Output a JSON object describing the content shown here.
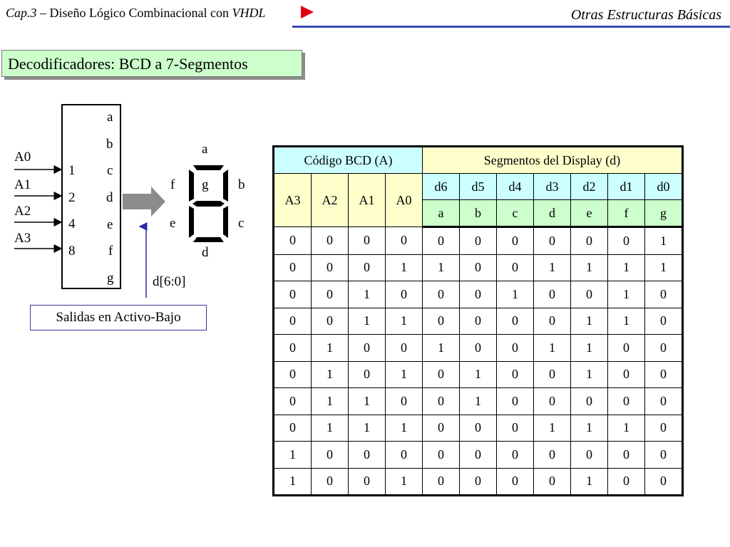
{
  "header": {
    "chapter": "Cap.3",
    "dash": " – ",
    "title_main": "Diseño Lógico Combinacional con ",
    "title_vhdl": "VHDL",
    "right_title": "Otras Estructuras Básicas"
  },
  "section_title": "Decodificadores: BCD a 7-Segmentos",
  "diagram": {
    "inputs": [
      "A0",
      "A1",
      "A2",
      "A3"
    ],
    "weights": [
      "1",
      "2",
      "4",
      "8"
    ],
    "outputs": [
      "a",
      "b",
      "c",
      "d",
      "e",
      "f",
      "g"
    ],
    "bus_label": "d[6:0]",
    "display_labels": {
      "a": "a",
      "b": "b",
      "c": "c",
      "d": "d",
      "e": "e",
      "f": "f",
      "g": "g"
    },
    "note": "Salidas en Activo-Bajo"
  },
  "table": {
    "group_bcd": "Código BCD (A)",
    "group_seg": "Segmentos del Display (d)",
    "bcd_headers": [
      "A3",
      "A2",
      "A1",
      "A0"
    ],
    "d_headers": [
      "d6",
      "d5",
      "d4",
      "d3",
      "d2",
      "d1",
      "d0"
    ],
    "seg_headers": [
      "a",
      "b",
      "c",
      "d",
      "e",
      "f",
      "g"
    ],
    "rows": [
      [
        "0",
        "0",
        "0",
        "0",
        "0",
        "0",
        "0",
        "0",
        "0",
        "0",
        "1"
      ],
      [
        "0",
        "0",
        "0",
        "1",
        "1",
        "0",
        "0",
        "1",
        "1",
        "1",
        "1"
      ],
      [
        "0",
        "0",
        "1",
        "0",
        "0",
        "0",
        "1",
        "0",
        "0",
        "1",
        "0"
      ],
      [
        "0",
        "0",
        "1",
        "1",
        "0",
        "0",
        "0",
        "0",
        "1",
        "1",
        "0"
      ],
      [
        "0",
        "1",
        "0",
        "0",
        "1",
        "0",
        "0",
        "1",
        "1",
        "0",
        "0"
      ],
      [
        "0",
        "1",
        "0",
        "1",
        "0",
        "1",
        "0",
        "0",
        "1",
        "0",
        "0"
      ],
      [
        "0",
        "1",
        "1",
        "0",
        "0",
        "1",
        "0",
        "0",
        "0",
        "0",
        "0"
      ],
      [
        "0",
        "1",
        "1",
        "1",
        "0",
        "0",
        "0",
        "1",
        "1",
        "1",
        "0"
      ],
      [
        "1",
        "0",
        "0",
        "0",
        "0",
        "0",
        "0",
        "0",
        "0",
        "0",
        "0"
      ],
      [
        "1",
        "0",
        "0",
        "1",
        "0",
        "0",
        "0",
        "0",
        "1",
        "0",
        "0"
      ]
    ]
  },
  "colors": {
    "accent_rule": "#3a4bb0",
    "play_arrow": "#e0000f",
    "title_bg": "#ccffcc",
    "bcd_bg": "#ccffff",
    "seg_bg": "#ffffcc",
    "arrow_gray": "#8c8c8c"
  }
}
